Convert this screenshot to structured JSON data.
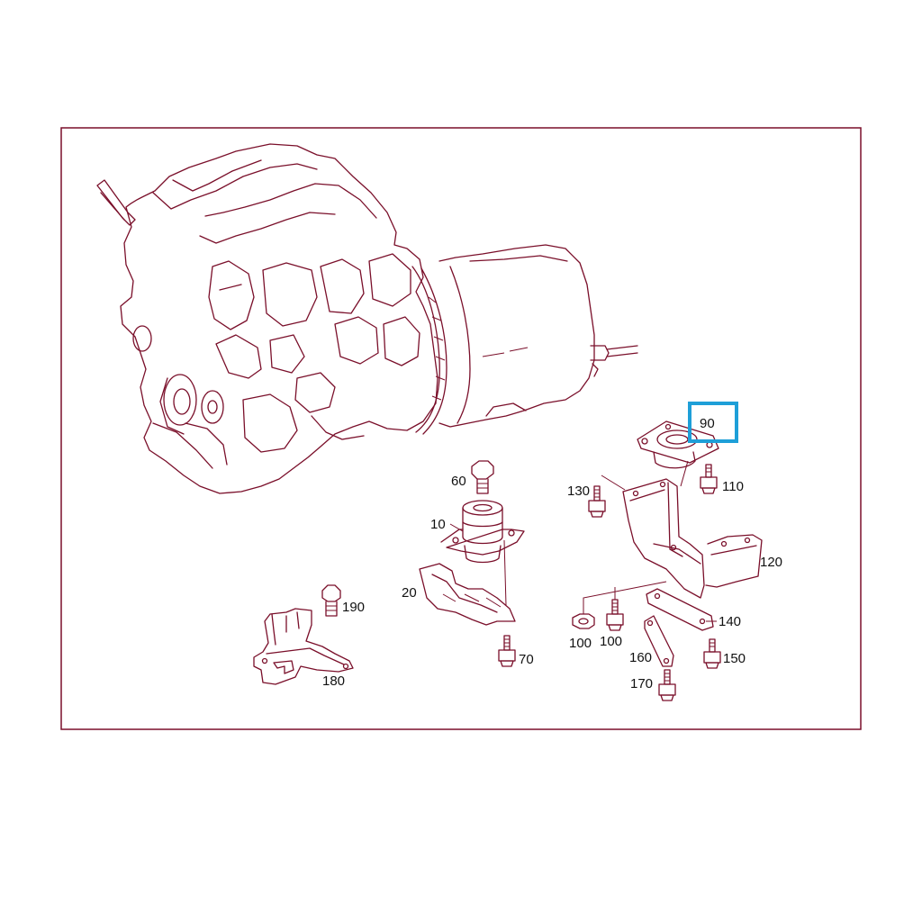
{
  "colors": {
    "line": "#7a0f2a",
    "label": "#111111",
    "frame": "#7a0f2a",
    "highlight": "#1e9fd8",
    "background": "#ffffff"
  },
  "callouts": {
    "p10": "10",
    "p20": "20",
    "p60": "60",
    "p70": "70",
    "p90": "90",
    "p100a": "100",
    "p100b": "100",
    "p110": "110",
    "p120": "120",
    "p130": "130",
    "p140": "140",
    "p150": "150",
    "p160": "160",
    "p170": "170",
    "p180": "180",
    "p190": "190"
  },
  "highlighted_callout": "90"
}
